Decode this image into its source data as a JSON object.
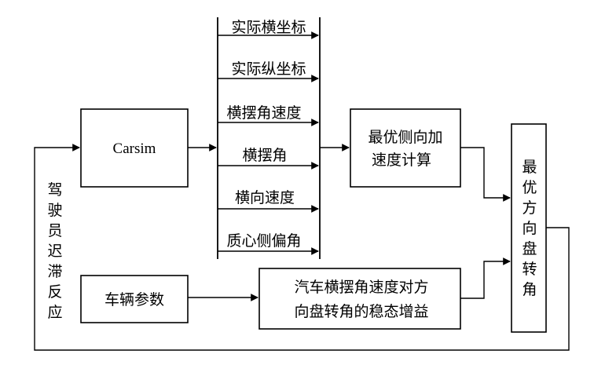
{
  "blocks": {
    "carsim": "Carsim",
    "optimal_accel_line1": "最优侧向加",
    "optimal_accel_line2": "速度计算",
    "steering_chars": [
      "最",
      "优",
      "方",
      "向",
      "盘",
      "转",
      "角"
    ],
    "vehicle_params": "车辆参数",
    "gain_line1": "汽车横摆角速度对方",
    "gain_line2": "向盘转角的稳态增益"
  },
  "signals": [
    "实际横坐标",
    "实际纵坐标",
    "横摆角速度",
    "横摆角",
    "横向速度",
    "质心侧偏角"
  ],
  "feedback_chars": [
    "驾",
    "驶",
    "员",
    "迟",
    "滞",
    "反",
    "应"
  ]
}
